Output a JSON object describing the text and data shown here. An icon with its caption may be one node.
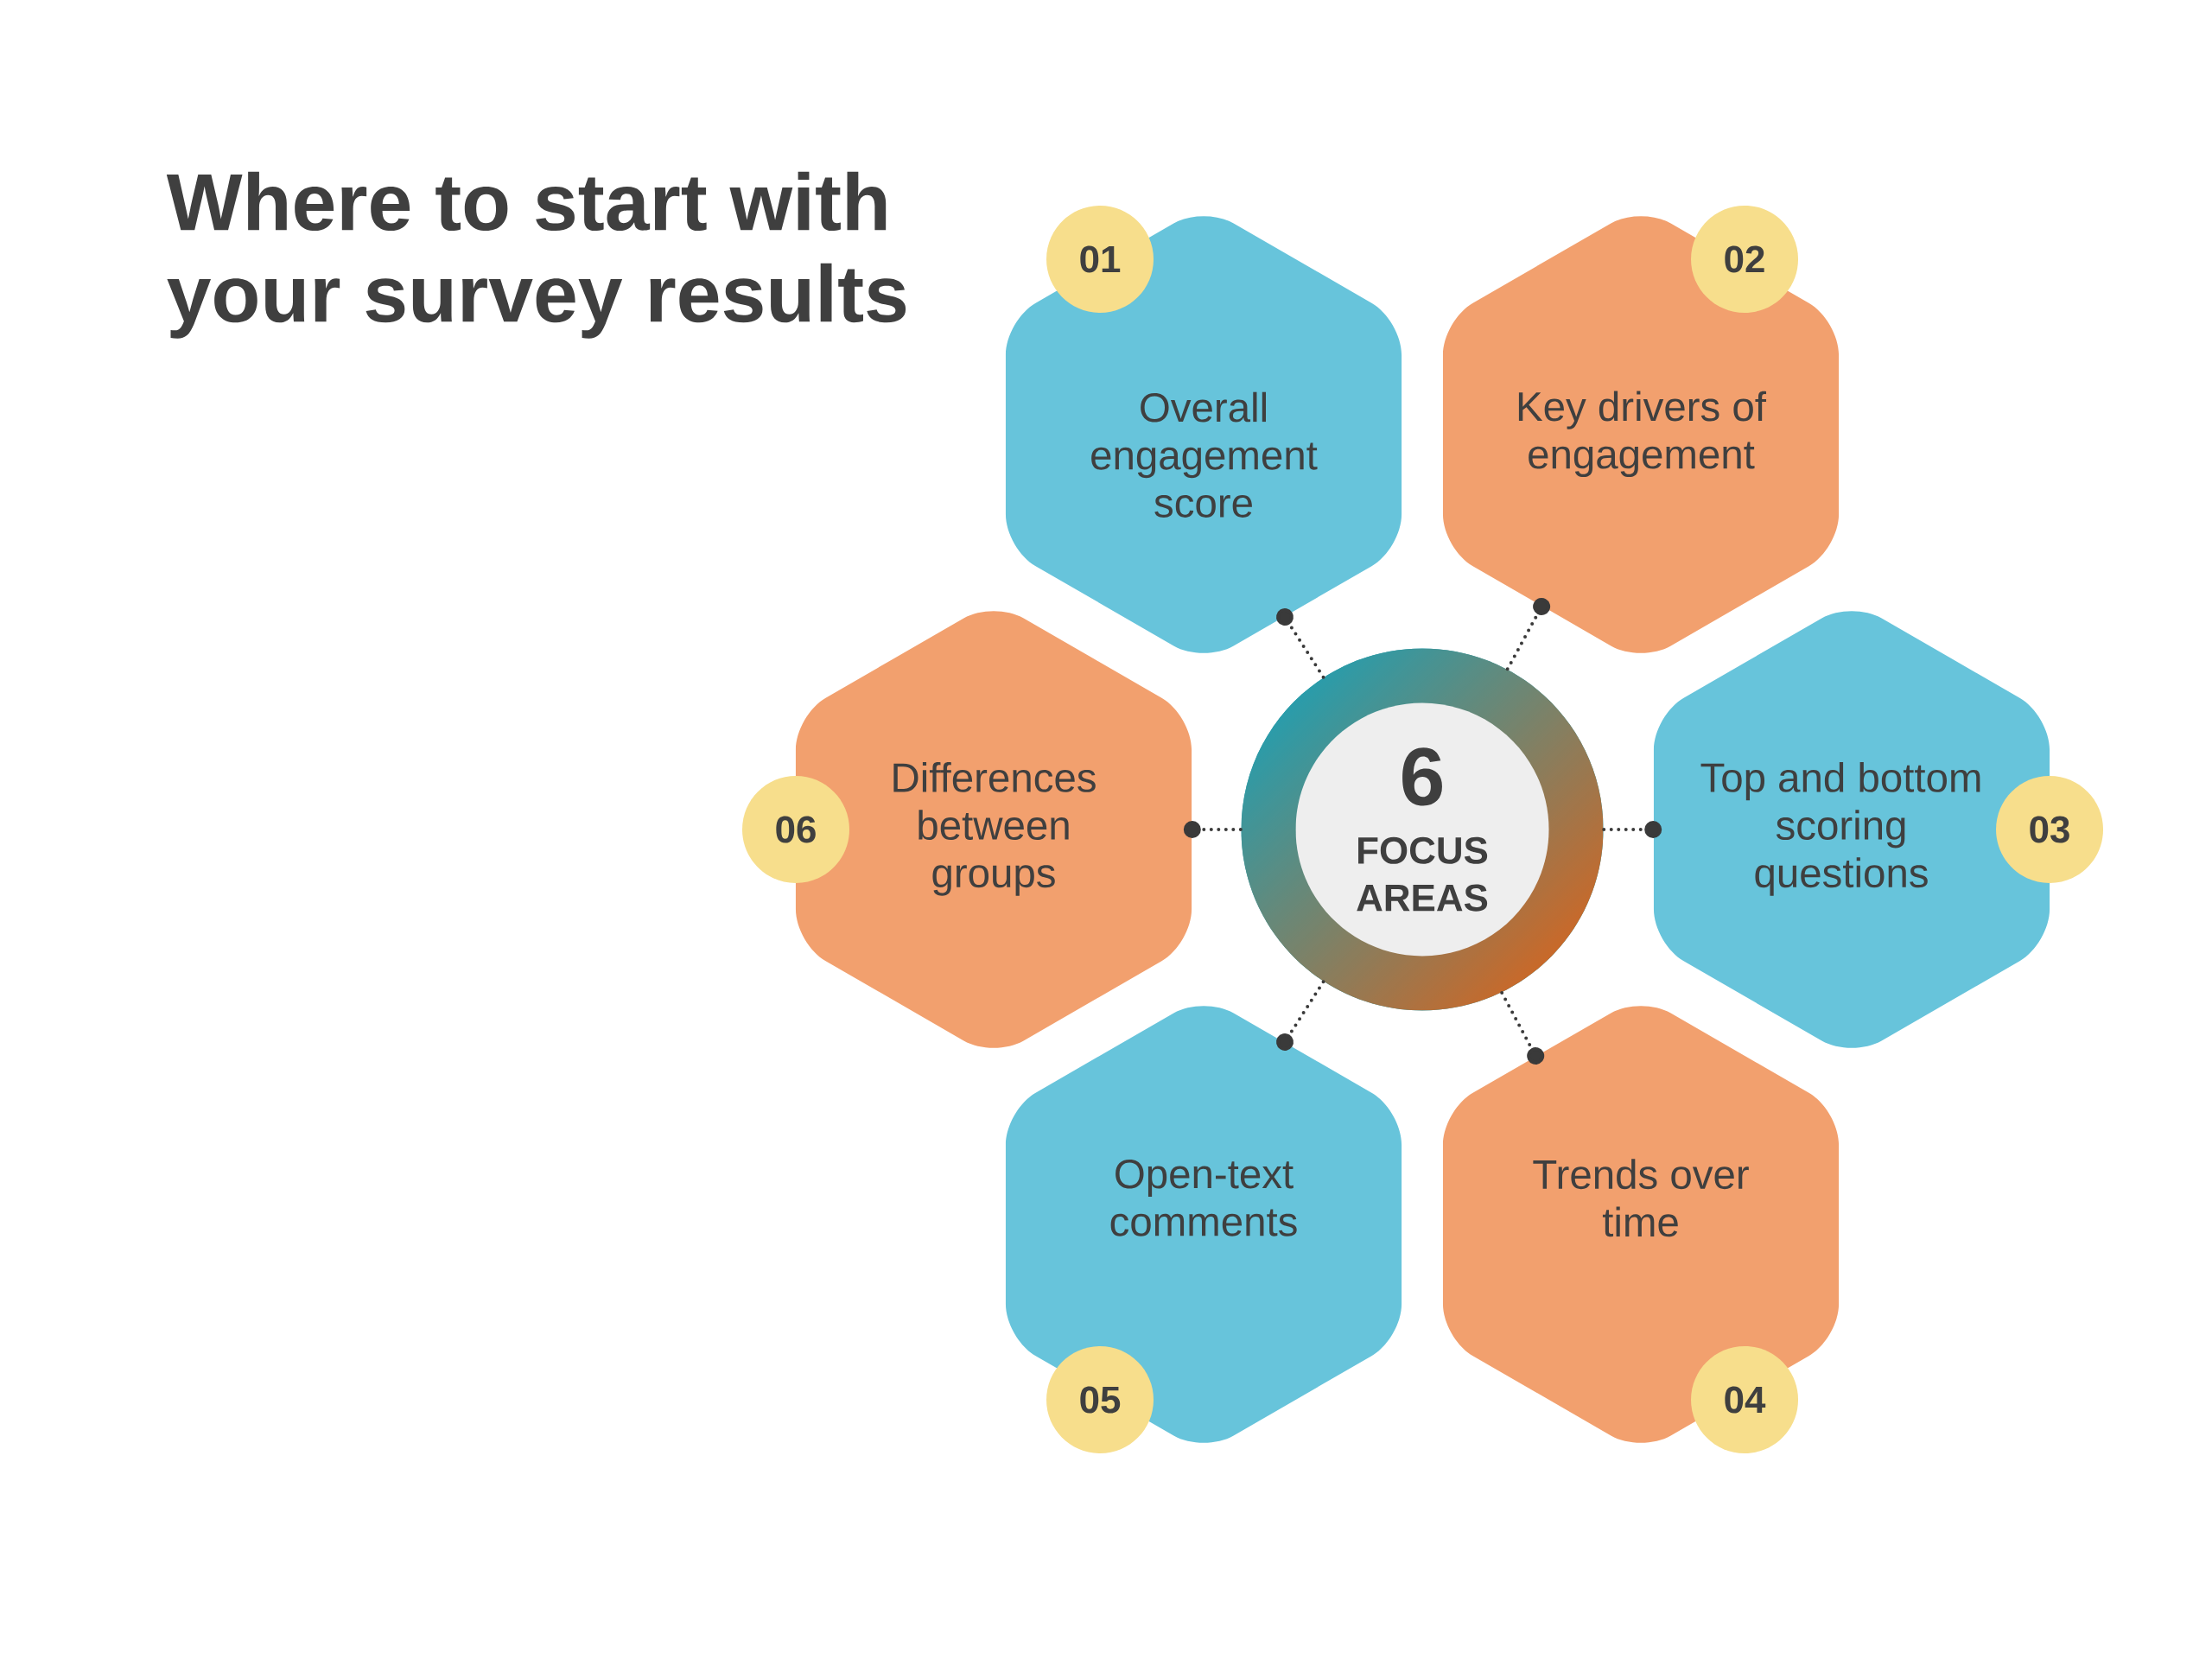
{
  "diagram": {
    "title": "Where to start with your survey results",
    "nodes": [
      {
        "text": [
          "6",
          "FOCUS AREAS"
        ]
      },
      {
        "text": [
          "Overall engagement score"
        ]
      },
      {
        "text": [
          "01"
        ]
      },
      {
        "text": [
          "Key drivers of engagement"
        ]
      },
      {
        "text": [
          "02"
        ]
      },
      {
        "text": [
          "Top and bottom scoring questions"
        ]
      },
      {
        "text": [
          "03"
        ]
      },
      {
        "text": [
          "Trends over time"
        ]
      },
      {
        "text": [
          "04"
        ]
      },
      {
        "text": [
          "Open-text comments"
        ]
      },
      {
        "text": [
          "05"
        ]
      },
      {
        "text": [
          "Differences between groups"
        ]
      },
      {
        "text": [
          "06"
        ]
      }
    ],
    "edges": [
      {
        "from": 0,
        "to": 1,
        "arrow": "other",
        "style": "dashed"
      },
      {
        "from": 0,
        "to": 3,
        "arrow": "other",
        "style": "dashed"
      },
      {
        "from": 0,
        "to": 5,
        "arrow": "other",
        "style": "dashed"
      },
      {
        "from": 0,
        "to": 7,
        "arrow": "other",
        "style": "dashed"
      },
      {
        "from": 0,
        "to": 9,
        "arrow": "other",
        "style": "dashed"
      },
      {
        "from": 0,
        "to": 11,
        "arrow": "other",
        "style": "dashed"
      }
    ]
  }
}
